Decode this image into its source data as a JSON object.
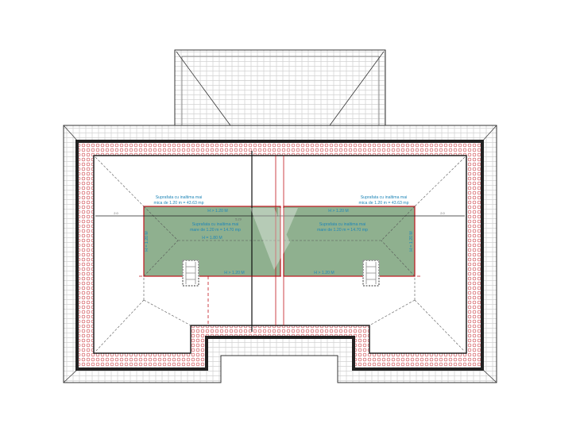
{
  "plan": {
    "left_area_label_1": "Suprafata cu inaltima mai",
    "left_area_label_2": "mica de 1.20 m = 43.63 mp",
    "right_area_label_1": "Suprafata cu inaltima mai",
    "right_area_label_2": "mica de 1.20 m = 43.63 mp",
    "left_green_label_1": "Suprafata cu inaltima mai",
    "left_green_label_2": "mare de 1.20 m = 14.70 mp",
    "right_green_label_1": "Suprafata cu inaltima mai",
    "right_green_label_2": "mare de 1.20 m = 14.70 mp",
    "h_gt_120": "H > 1.20 M",
    "h_eq_180": "H = 1.80 M",
    "h_eq_120": "H = 1.20 M",
    "dim_left": "2.0",
    "dim_right": "2.0",
    "dim_center": "5.29"
  },
  "colors": {
    "green_area": "#8fb08f",
    "red_outline": "#c0141c",
    "label_blue": "#1f86b8"
  }
}
